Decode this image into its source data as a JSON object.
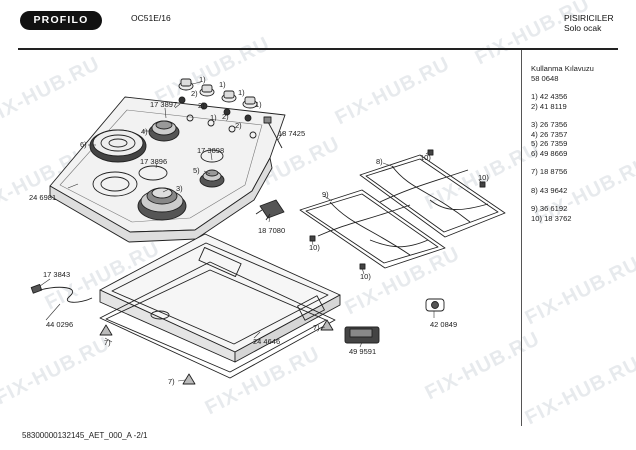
{
  "header": {
    "logo": "PROFILO",
    "model": "OC51E/16",
    "category": "PISIRICILER",
    "subcategory": "Solo ocak"
  },
  "parts_list": {
    "manual_title": "Kullanma Kılavuzu",
    "manual_number": "58 0648",
    "items": [
      "1) 42 4356",
      "2) 41 8119",
      "3) 26 7356",
      "4) 26 7357",
      "5) 26 7359",
      "6) 49 8669",
      "7) 18 8756",
      "8) 43 9642",
      "9) 36 6192",
      "10) 18 3762"
    ]
  },
  "callouts": {
    "c1": "1)",
    "c2": "1)",
    "c3": "1)",
    "c4": "1)",
    "c5": "1)",
    "c6": "2)",
    "c7": "2)",
    "c8": "2)",
    "c9": "2)",
    "c10": "3)",
    "c11": "4)",
    "c12": "5)",
    "c13": "6)",
    "c14": "7)",
    "c15": "7)",
    "c16": "7)",
    "c17": "8)",
    "c18": "9)",
    "c19": "10)",
    "c20": "10)",
    "c21": "10)",
    "c22": "10)",
    "p1": "17 3897",
    "p2": "18 7425",
    "p3": "17 3896",
    "p4": "17 3898",
    "p5": "24 6981",
    "p6": "18 7080",
    "p7": "17 3843",
    "p8": "44 0296",
    "p9": "24 4646",
    "p10": "49 9591",
    "p11": "42 0849"
  },
  "footer": {
    "doc_id": "58300000132145_AET_000_A  -2/1"
  },
  "watermark": "FIX-HUB.RU"
}
